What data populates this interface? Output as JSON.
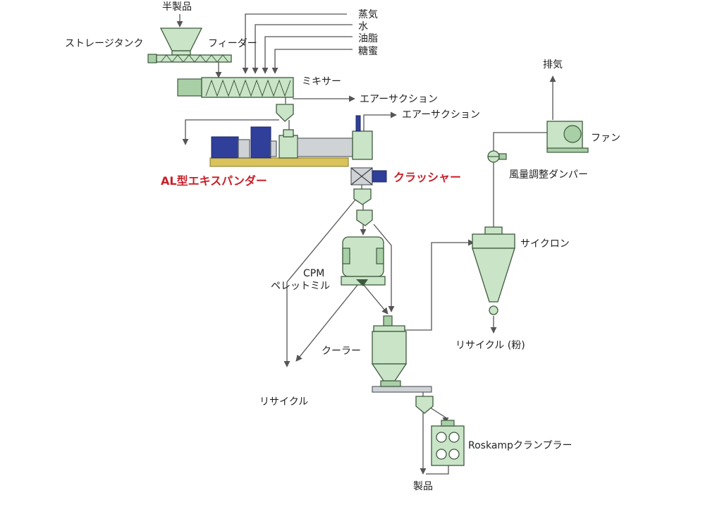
{
  "diagram": {
    "semi_product": "半製品",
    "storage_tank": "ストレージタンク",
    "feeder": "フィーダー",
    "steam": "蒸気",
    "water": "水",
    "oil": "油脂",
    "molasses": "糖蜜",
    "mixer": "ミキサー",
    "air_suction_1": "エアーサクション",
    "air_suction_2": "エアーサクション",
    "expander": "AL型エキスパンダー",
    "crusher": "クラッシャー",
    "exhaust": "排気",
    "fan": "ファン",
    "damper": "風量調整ダンパー",
    "cyclone": "サイクロン",
    "pellet_mill_1": "CPM",
    "pellet_mill_2": "ペレットミル",
    "recycle_powder": "リサイクル (粉)",
    "cooler": "クーラー",
    "recycle": "リサイクル",
    "crumbler": "Roskampクランプラー",
    "product": "製品"
  },
  "colors": {
    "equipment_green": "#c9e4c6",
    "motor_blue": "#2f3f9a",
    "highlight_red": "#c8202a"
  }
}
